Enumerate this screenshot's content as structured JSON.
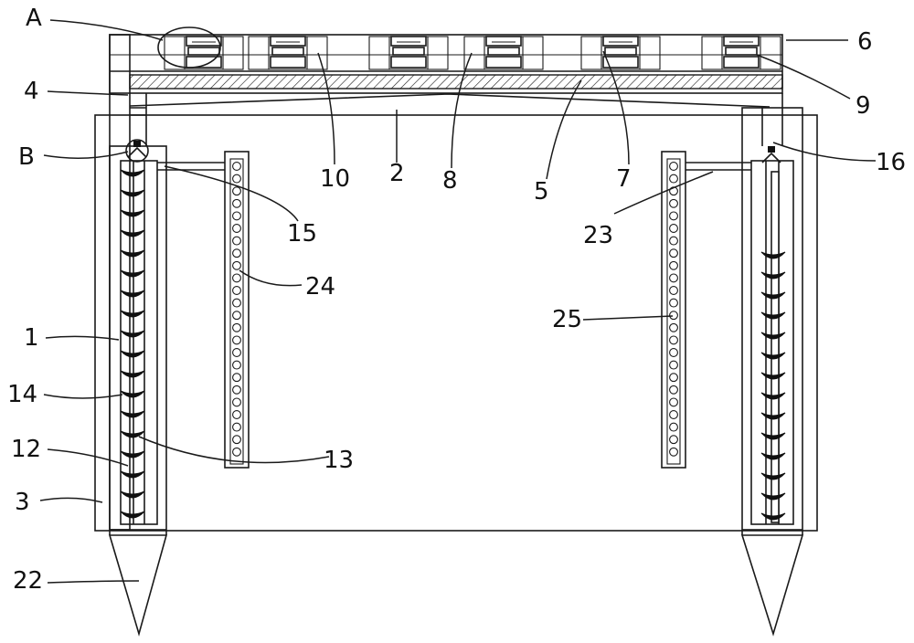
{
  "figure": {
    "labels": {
      "A": "A",
      "B": "B",
      "n1": "1",
      "n2": "2",
      "n3": "3",
      "n4": "4",
      "n5": "5",
      "n6": "6",
      "n7": "7",
      "n8": "8",
      "n9": "9",
      "n10": "10",
      "n12": "12",
      "n13": "13",
      "n14": "14",
      "n15": "15",
      "n16": "16",
      "n22": "22",
      "n23": "23",
      "n24": "24",
      "n25": "25"
    },
    "colors": {
      "line": "#1a1a1a",
      "background": "#ffffff",
      "fill_dark": "#111111"
    }
  }
}
